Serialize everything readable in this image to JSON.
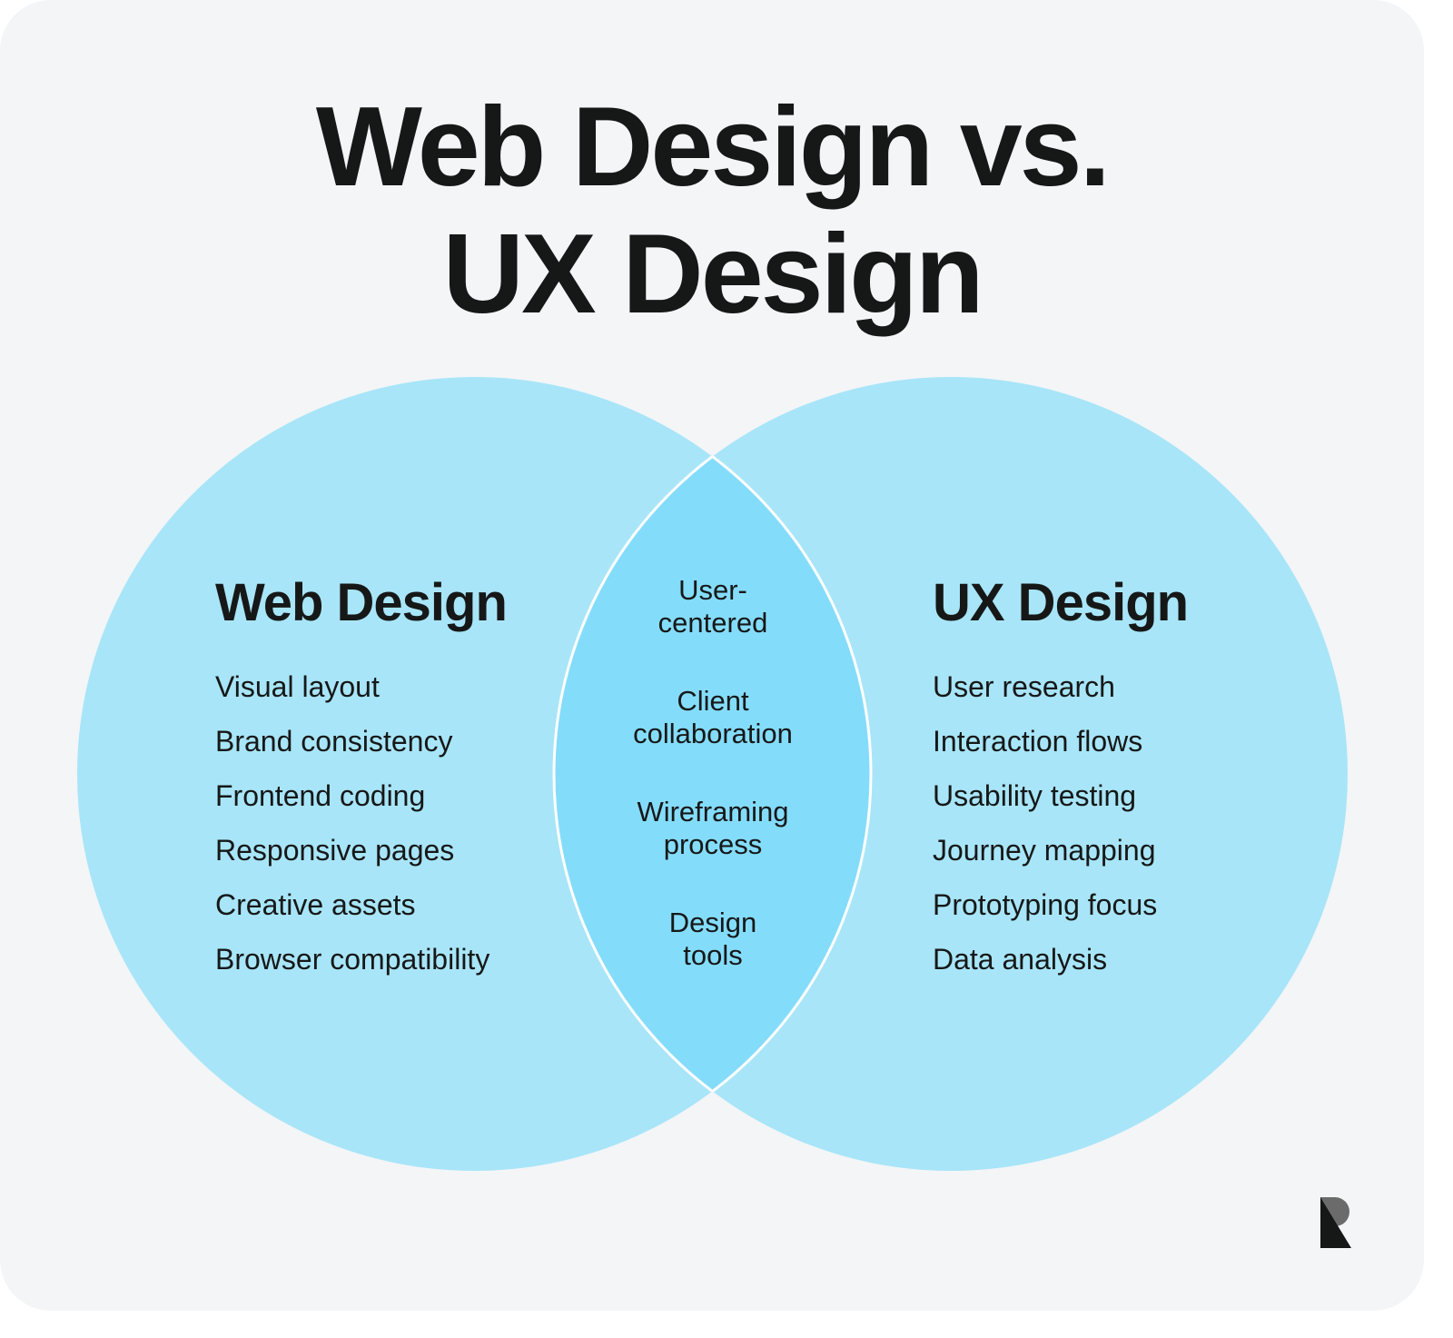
{
  "title": {
    "line1": "Web Design vs.",
    "line2": "UX Design"
  },
  "colors": {
    "background": "#f3f5f7",
    "circle_fill": "#a8e5f8",
    "overlap_fill": "#84dcfb",
    "outline": "#ffffff",
    "text": "#161818",
    "logo_dark": "#161818",
    "logo_gray": "#6b6b6b"
  },
  "left_circle": {
    "heading": "Web Design",
    "items": [
      "Visual layout",
      "Brand consistency",
      "Frontend coding",
      "Responsive pages",
      "Creative assets",
      "Browser compatibility"
    ]
  },
  "right_circle": {
    "heading": "UX Design",
    "items": [
      "User research",
      "Interaction flows",
      "Usability testing",
      "Journey mapping",
      "Prototyping focus",
      "Data analysis"
    ]
  },
  "overlap": {
    "items": [
      {
        "line1": "User-",
        "line2": "centered"
      },
      {
        "line1": "Client",
        "line2": "collaboration"
      },
      {
        "line1": "Wireframing",
        "line2": "process"
      },
      {
        "line1": "Design",
        "line2": "tools"
      }
    ]
  },
  "logo": {
    "icon": "r-logo-icon"
  }
}
